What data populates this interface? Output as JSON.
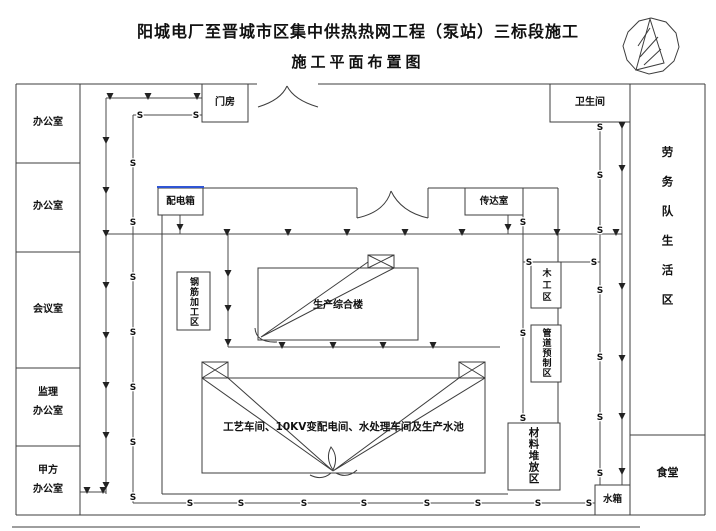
{
  "title": {
    "line1": "阳城电厂至晋城市区集中供热热网工程（泵站）三标段施工",
    "line2": "施工平面布置图"
  },
  "icons": {
    "north_symbol": "north-arrow-circle"
  },
  "left_rooms": [
    {
      "label": "办公室"
    },
    {
      "label": "办公室"
    },
    {
      "label": "会议室"
    },
    {
      "line1": "监理",
      "line2": "办公室"
    },
    {
      "line1": "甲方",
      "line2": "办公室"
    }
  ],
  "top_buildings": {
    "gatehouse": "门房",
    "toilet": "卫生间"
  },
  "right_zone": {
    "living_area": "劳务队生活区",
    "canteen": "食堂"
  },
  "facilities": {
    "power_box": "配电箱",
    "reception": "传达室",
    "rebar_area": "钢筋加工区",
    "production_building": "生产综合楼",
    "main_workshop": "工艺车间、10KV变配电间、水处理车间及生产水池",
    "carpentry_area": "木工区",
    "pipe_prefab_area": "管道预制区",
    "material_storage_area": "材料堆放区",
    "water_tank": "水箱"
  },
  "pipes": {
    "s_label": "S"
  },
  "colors": {
    "wall_line": "#3d3d3d",
    "pipe_line": "#4a4a4a",
    "power_box_highlight": "#2f55d4",
    "text": "#111111"
  }
}
